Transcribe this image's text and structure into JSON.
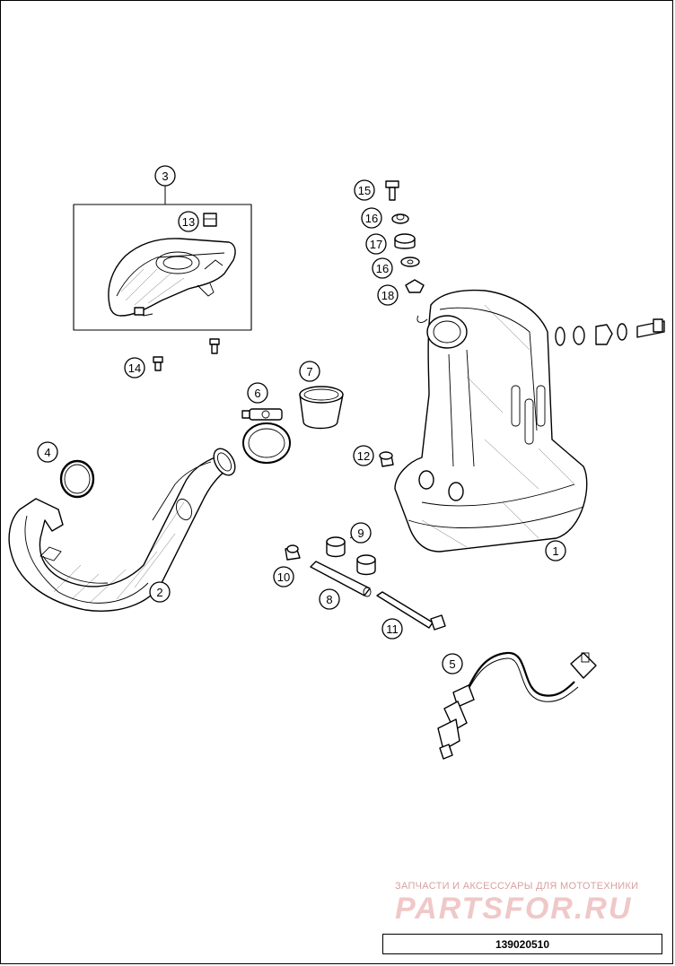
{
  "callouts": [
    {
      "id": "1",
      "label": "1"
    },
    {
      "id": "2",
      "label": "2"
    },
    {
      "id": "3",
      "label": "3"
    },
    {
      "id": "4",
      "label": "4"
    },
    {
      "id": "5",
      "label": "5"
    },
    {
      "id": "6",
      "label": "6"
    },
    {
      "id": "7",
      "label": "7"
    },
    {
      "id": "8",
      "label": "8"
    },
    {
      "id": "9",
      "label": "9"
    },
    {
      "id": "10",
      "label": "10"
    },
    {
      "id": "11",
      "label": "11"
    },
    {
      "id": "12",
      "label": "12"
    },
    {
      "id": "13",
      "label": "13"
    },
    {
      "id": "14",
      "label": "14"
    },
    {
      "id": "15",
      "label": "15"
    },
    {
      "id": "16a",
      "label": "16"
    },
    {
      "id": "17",
      "label": "17"
    },
    {
      "id": "16b",
      "label": "16"
    },
    {
      "id": "18",
      "label": "18"
    }
  ],
  "watermark": {
    "tagline": "ЗАПЧАСТИ И АКСЕССУАРЫ ДЛЯ МОТОТЕХНИКИ",
    "logo": "PARTSFOR.RU"
  },
  "document_number": "139020510",
  "colors": {
    "line": "#000000",
    "watermark": "#f0c8c8",
    "background": "#ffffff"
  }
}
